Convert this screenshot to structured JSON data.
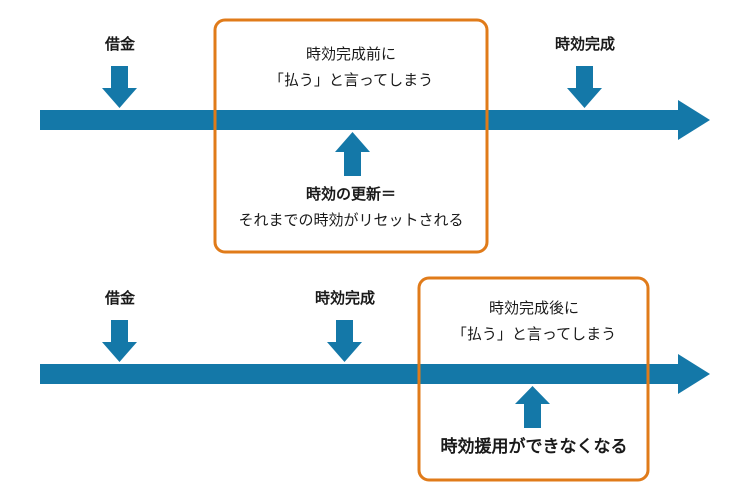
{
  "timeline1": {
    "debt_label": "借金",
    "completion_label": "時効完成",
    "box_line1": "時効完成前に",
    "box_line2": "「払う」と言ってしまう",
    "result_title": "時効の更新＝",
    "result_desc": "それまでの時効がリセットされる"
  },
  "timeline2": {
    "debt_label": "借金",
    "completion_label": "時効完成",
    "box_line1": "時効完成後に",
    "box_line2": "「払う」と言ってしまう",
    "result_title": "時効援用ができなくなる"
  },
  "colors": {
    "timeline": "#1478a8",
    "box_border": "#e07b1a",
    "text": "#1a1a1a"
  }
}
